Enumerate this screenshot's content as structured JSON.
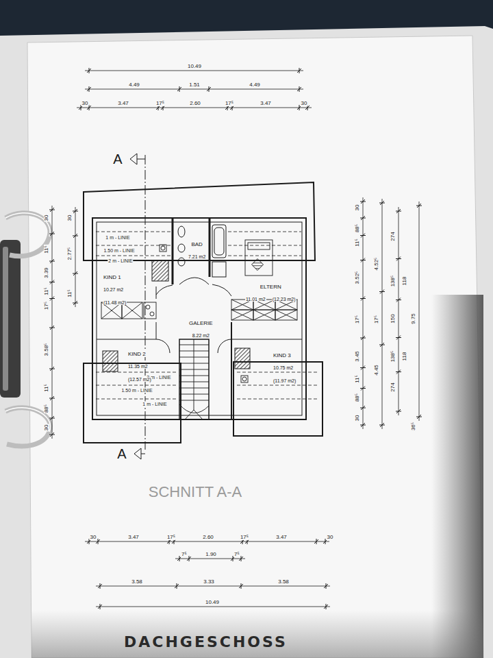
{
  "diagram": {
    "title": "DACHGESCHOSS",
    "nodes": [
      {
        "text": [
          "BAD",
          "7.21 m2"
        ]
      },
      {
        "text": [
          "KIND 1",
          "10.27 m2",
          "(11.48 m2)"
        ]
      },
      {
        "text": [
          "ELTERN",
          "11.01 m2",
          "(12.23 m2)"
        ]
      },
      {
        "text": [
          "GALERIE",
          "8.22 m2"
        ]
      },
      {
        "text": [
          "KIND 2",
          "11.35 m2",
          "(12.57 m2)"
        ]
      },
      {
        "text": [
          "KIND 3",
          "10.75 m2",
          "(11.97 m2)"
        ]
      }
    ],
    "labels": [
      "10.49",
      "4.49",
      "1.51",
      "4.49",
      "30",
      "3.47",
      "17⁵",
      "2.60",
      "17⁵",
      "3.47",
      "30",
      "A",
      "A",
      "1 m - LINIE",
      "1.50 m - LINIE",
      "2 m - LINIE",
      "2 m - LINIE",
      "1.50 m - LINIE",
      "1 m - LINIE",
      "30",
      "11⁵",
      "3.39",
      "11⁵",
      "17⁵",
      "3.58⁵",
      "11⁵",
      "88⁵",
      "30",
      "30",
      "2.77⁵",
      "11⁵",
      "30",
      "88⁵",
      "11⁵",
      "3.52⁵",
      "17⁵",
      "3.45",
      "11⁵",
      "88⁵",
      "30",
      "4.52⁵",
      "17⁵",
      "4.45",
      "274",
      "138⁵",
      "118",
      "150",
      "138⁵",
      "118",
      "274",
      "9.75",
      "36⁵",
      "30",
      "3.47",
      "17⁵",
      "2.60",
      "17⁵",
      "3.47",
      "30",
      "7⁵",
      "1.90",
      "7⁵",
      "3.58",
      "3.33",
      "3.58",
      "10.49",
      "SCHNITT A-A"
    ]
  }
}
